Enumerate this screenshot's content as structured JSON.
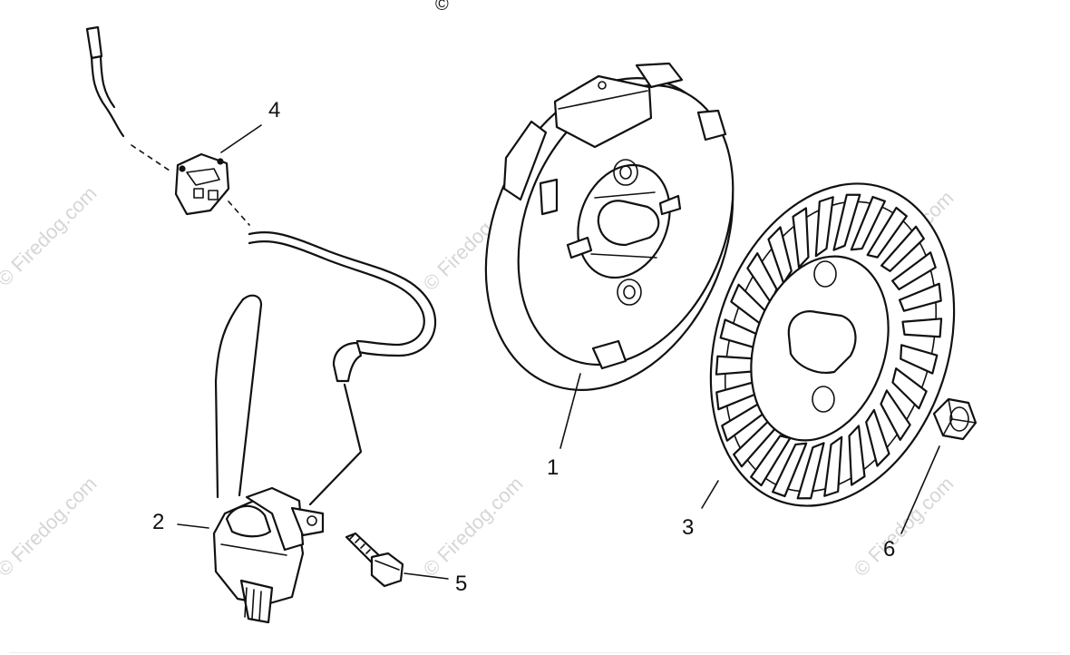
{
  "copyright_mark": "©",
  "watermark_text": "© Firedog.com",
  "callouts": [
    {
      "id": "1",
      "label": "1"
    },
    {
      "id": "2",
      "label": "2"
    },
    {
      "id": "3",
      "label": "3"
    },
    {
      "id": "4",
      "label": "4"
    },
    {
      "id": "5",
      "label": "5"
    },
    {
      "id": "6",
      "label": "6"
    }
  ],
  "colors": {
    "ink": "#111111",
    "watermark": "#d6d6d6",
    "background": "#ffffff"
  }
}
